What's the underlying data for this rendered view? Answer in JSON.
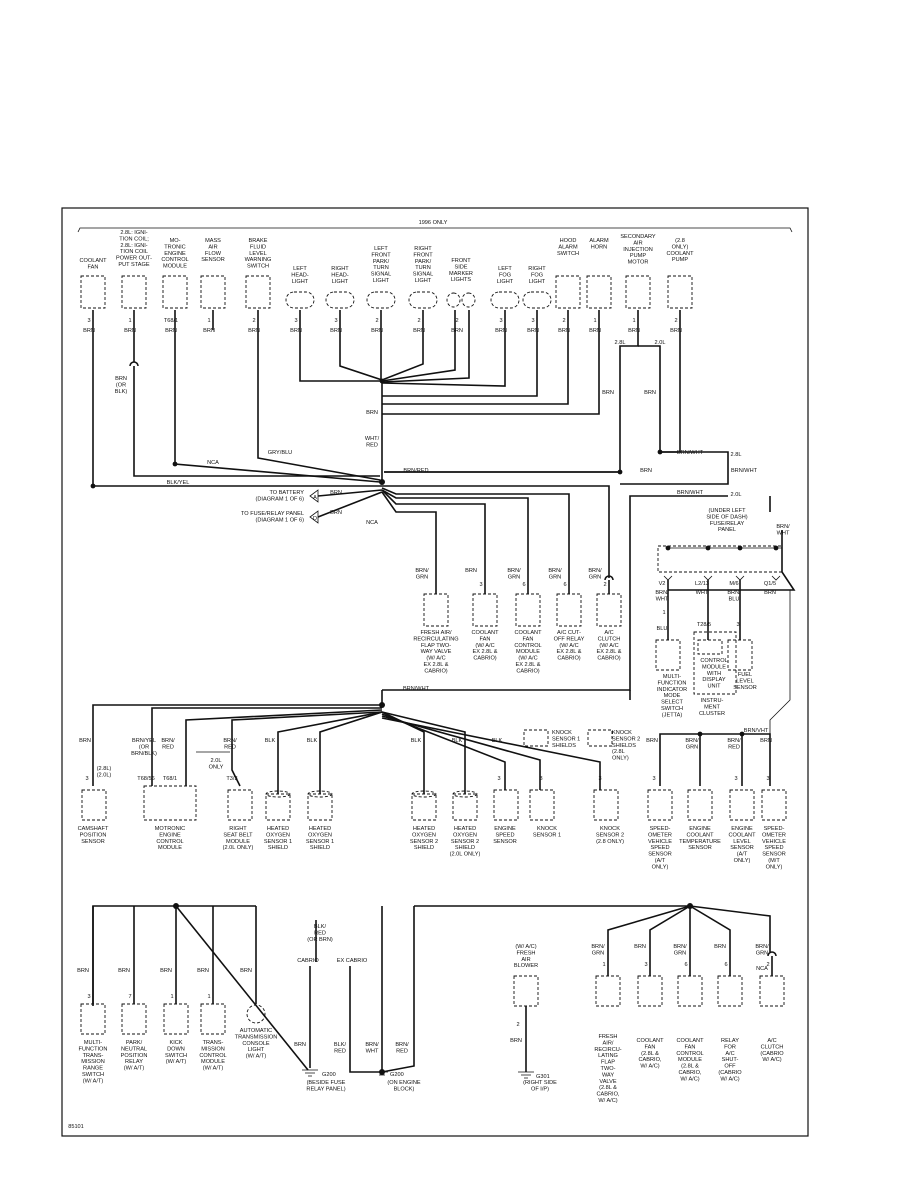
{
  "figure_id": "85101",
  "top_bracket_label": "1996 ONLY",
  "top_components": [
    {
      "name": "COOLANT\nFAN",
      "pin": "3",
      "wire": "BRN"
    },
    {
      "name": "2.8L: IGNI-\nTION COIL;\n2.8L: IGNI-\nTION COIL\nPOWER OUT-\nPUT STAGE",
      "pin": "1",
      "wire": "BRN"
    },
    {
      "name": "MO-\nTRONIC\nENGINE\nCONTROL\nMODULE",
      "pin": "T68/1",
      "wire": "BRN"
    },
    {
      "name": "MASS\nAIR\nFLOW\nSENSOR",
      "pin": "1",
      "wire": "BRN"
    },
    {
      "name": "BRAKE\nFLUID\nLEVEL\nWARNING\nSWITCH",
      "pin": "2",
      "wire": "BRN"
    },
    {
      "name": "LEFT\nHEAD-\nLIGHT",
      "pin": "3",
      "wire": "BRN"
    },
    {
      "name": "RIGHT\nHEAD-\nLIGHT",
      "pin": "3",
      "wire": "BRN"
    },
    {
      "name": "LEFT\nFRONT\nPARK/\nTURN\nSIGNAL\nLIGHT",
      "pin": "2",
      "wire": "BRN"
    },
    {
      "name": "RIGHT\nFRONT\nPARK/\nTURN\nSIGNAL\nLIGHT",
      "pin": "2",
      "wire": "BRN"
    },
    {
      "name": "FRONT\nSIDE\nMARKER\nLIGHTS",
      "pin": "2",
      "wire": "BRN"
    },
    {
      "name": "LEFT\nFOG\nLIGHT",
      "pin": "3",
      "wire": "BRN"
    },
    {
      "name": "RIGHT\nFOG\nLIGHT",
      "pin": "3",
      "wire": "BRN"
    },
    {
      "name": "HOOD\nALARM\nSWITCH",
      "pin": "2",
      "wire": "BRN"
    },
    {
      "name": "ALARM\nHORN",
      "pin": "1",
      "wire": "BRN"
    },
    {
      "name": "SECONDARY\nAIR\nINJECTION\nPUMP\nMOTOR",
      "pin": "1",
      "wire": "BRN"
    },
    {
      "name": "(2.8\nONLY)\nCOOLANT\nPUMP",
      "pin": "2",
      "wire": "BRN"
    }
  ],
  "wire_labels": {
    "brn_or_blk": "BRN\n(OR\nBLK)",
    "nca": "NCA",
    "gry_blu": "GRY/BLU",
    "blk_yel": "BLK/YEL",
    "brn": "BRN",
    "brn_red": "BRN/RED",
    "wht_red": "WHT/\nRED",
    "brn_wht": "BRN/WHT",
    "v28l": "2.8L",
    "v20l": "2.0L"
  },
  "battery_ref": "TO BATTERY\n(DIAGRAM 1 OF 6)",
  "battery_conn": "A",
  "fuse_ref": "TO FUSE/RELAY PANEL\n(DIAGRAM 1 OF 6)",
  "fuse_conn": "D",
  "mid_components": [
    {
      "wire": "BRN/\nGRN",
      "pin": "",
      "name": "FRESH AIR/\nRECIRCULATING\nFLAP TWO-\nWAY VALVE\n(W/ A/C\nEX 2.8L &\nCABRIO)"
    },
    {
      "wire": "BRN",
      "pin": "3",
      "name": "COOLANT\nFAN\n(W/ A/C\nEX 2.8L &\nCABRIO)"
    },
    {
      "wire": "BRN/\nGRN",
      "pin": "6",
      "name": "COOLANT\nFAN\nCONTROL\nMODULE\n(W/ A/C\nEX 2.8L &\nCABRIO)"
    },
    {
      "wire": "BRN/\nGRN",
      "pin": "6",
      "name": "A/C CUT-\nOFF RELAY\n(W/ A/C\nEX 2.8L &\nCABRIO)"
    },
    {
      "wire": "BRN/\nGRN",
      "pin": "2",
      "name": "A/C\nCLUTCH\n(W/ A/C\nEX 2.8L &\nCABRIO)"
    }
  ],
  "fuse_panel": {
    "name": "(UNDER LEFT\nSIDE OF DASH)\nFUSE/RELAY\nPANEL",
    "feed": "BRN/\nWHT",
    "terms": [
      {
        "term": "V2",
        "wire": "BRN/\nWHT",
        "pin": "1",
        "wire2": "BLU"
      },
      {
        "term": "L2/13",
        "wire": "WHT",
        "pin": "T28/5",
        "wire2": ""
      },
      {
        "term": "M/6",
        "wire": "BRN/\nBLU",
        "pin": "3",
        "wire2": ""
      },
      {
        "term": "Q1/5",
        "wire": "BRN",
        "pin": "",
        "wire2": ""
      }
    ],
    "components": [
      "MULTI-\nFUNCTION\nINDICATOR\nMODE\nSELECT\nSWITCH\n(JETTA)",
      "CONTROL\nMODULE\nWITH\nDISPLAY\nUNIT",
      "FUEL\nLEVEL\nSENSOR"
    ],
    "cluster": "INSTRU-\nMENT\nCLUSTER"
  },
  "lower_components": [
    {
      "wire": "BRN",
      "pin": "3",
      "conn": "(2.8L)\n(2.0L)",
      "name": "CAMSHAFT\nPOSITION\nSENSOR"
    },
    {
      "wire": "BRN/YEL\n(OR\nBRN/BLK)",
      "pin": "T68/56",
      "conn": "",
      "name": "MOTRONIC\nENGINE\nCONTROL\nMODULE"
    },
    {
      "wire": "BRN/\nRED",
      "pin": "T68/1",
      "conn": "",
      "name": ""
    },
    {
      "wire": "BRN/\nRED",
      "pin": "T3/3",
      "conn": "2.0L\nONLY",
      "name": "RIGHT\nSEAT BELT\nMODULE\n(2.0L ONLY)"
    },
    {
      "wire": "BLK",
      "pin": "",
      "conn": "",
      "name": "HEATED\nOXYGEN\nSENSOR 1\nSHIELD"
    },
    {
      "wire": "BLK",
      "pin": "",
      "conn": "",
      "name": "HEATED\nOXYGEN\nSENSOR 1\nSHIELD"
    },
    {
      "wire": "BLK",
      "pin": "",
      "conn": "",
      "name": "HEATED\nOXYGEN\nSENSOR 2\nSHIELD"
    },
    {
      "wire": "BLK",
      "pin": "",
      "conn": "",
      "name": "HEATED\nOXYGEN\nSENSOR 2\nSHIELD\n(2.0L ONLY)"
    },
    {
      "wire": "BLK",
      "pin": "3",
      "conn": "",
      "name": "ENGINE\nSPEED\nSENSOR"
    },
    {
      "wire": "",
      "pin": "3",
      "conn": "KNOCK\nSENSOR 1\nSHIELDS",
      "name": "KNOCK\nSENSOR 1"
    },
    {
      "wire": "",
      "pin": "3",
      "conn": "KNOCK\nSENSOR 2\nSHIELDS\n(2.8L\nONLY)",
      "name": "KNOCK\nSENSOR 2\n(2.8 ONLY)"
    },
    {
      "wire": "BRN",
      "pin": "3",
      "conn": "",
      "name": "SPEED-\nOMETER\nVEHICLE\nSPEED\nSENSOR\n(A/T\nONLY)"
    },
    {
      "wire": "BRN/\nGRN",
      "pin": "",
      "conn": "",
      "name": "ENGINE\nCOOLANT\nTEMPERATURE\nSENSOR"
    },
    {
      "wire": "BRN/\nRED",
      "pin": "3",
      "conn": "",
      "name": "ENGINE\nCOOLANT\nLEVEL\nSENSOR\n(A/T\nONLY)"
    },
    {
      "wire": "BRN",
      "pin": "3",
      "conn": "",
      "name": "SPEED-\nOMETER\nVEHICLE\nSPEED\nSENSOR\n(M/T\nONLY)"
    }
  ],
  "lower_splice_label": "BRN/VHT",
  "bottom_left": [
    {
      "wire": "BRN",
      "pin": "3",
      "name": "MULTI-\nFUNCTION\nTRANS-\nMISSION\nRANGE\nSWITCH\n(W/ A/T)"
    },
    {
      "wire": "BRN",
      "pin": "7",
      "name": "PARK/\nNEUTRAL\nPOSITION\nRELAY\n(W/ A/T)"
    },
    {
      "wire": "BRN",
      "pin": "1",
      "name": "KICK\nDOWN\nSWITCH\n(W/ A/T)"
    },
    {
      "wire": "BRN",
      "pin": "1",
      "name": "TRANS-\nMISSION\nCONTROL\nMODULE\n(W/ A/T)"
    },
    {
      "wire": "BRN",
      "pin": "",
      "name": "AUTOMATIC\nTRANSMISSION\nCONSOLE\nLIGHT\n(W/ A/T)"
    }
  ],
  "grounds": {
    "cabrio_wire": "BLK/\nRED\n(OR BRN)",
    "cabrio": "CABRIO",
    "ex_cabrio": "EX CABRIO",
    "g1_wire": "BRN",
    "g1_id": "G200",
    "g1_loc": "(BESIDE FUSE\nRELAY PANEL)",
    "g2_wires": [
      "BLK/\nRED",
      "BRN/\nWHT",
      "BRN/\nRED"
    ],
    "g2_id": "G200",
    "g2_loc": "(ON ENGINE\nBLOCK)",
    "blower": "(W/ A/C)\nFRESH\nAIR\nBLOWER",
    "blower_pin": "2",
    "blower_wire": "BRN",
    "g3_id": "G301",
    "g3_loc": "(RIGHT SIDE\nOF I/P)"
  },
  "bottom_right": [
    {
      "wire": "BRN/\nGRN",
      "pin": "1",
      "name": "FRESH\nAIR/\nRECIRCU-\nLATING\nFLAP\nTWO-\nWAY\nVALVE\n(2.8L &\nCABRIO,\nW/ A/C)"
    },
    {
      "wire": "BRN",
      "pin": "3",
      "name": "COOLANT\nFAN\n(2.8L &\nCABRIO,\nW/ A/C)"
    },
    {
      "wire": "BRN/\nGRN",
      "pin": "6",
      "name": "COOLANT\nFAN\nCONTROL\nMODULE\n(2.8L &\nCABRIO,\nW/ A/C)"
    },
    {
      "wire": "BRN",
      "pin": "6",
      "name": "RELAY\nFOR\nA/C\nSHUT-\nOFF\n(CABRIO\nW/ A/C)"
    },
    {
      "wire": "BRN/\nGRN",
      "pin": "2",
      "name": "A/C\nCLUTCH\n(CABRIO\nW/ A/C)"
    }
  ],
  "bottom_right_nca": "NCA"
}
